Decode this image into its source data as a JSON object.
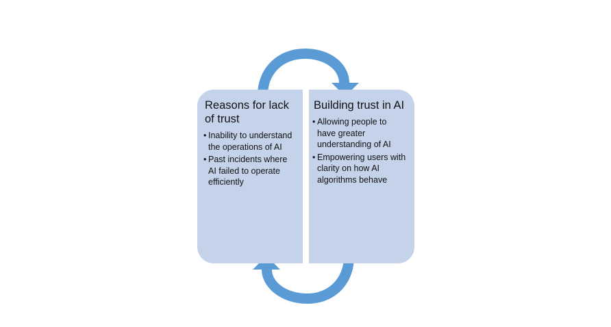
{
  "diagram": {
    "accent_color": "#5b9bd5",
    "panel_color": "#c4d3ea",
    "left_panel": {
      "title": "Reasons for lack of trust",
      "bullets": [
        "Inability to understand the operations of AI",
        "Past incidents where AI failed to operate efficiently"
      ]
    },
    "right_panel": {
      "title": "Building trust in AI",
      "bullets": [
        "Allowing people to have greater understanding of AI",
        "Empowering users with clarity on how AI algorithms behave"
      ]
    },
    "arrows": {
      "top": "curved-arrow-left-to-right",
      "bottom": "curved-arrow-right-to-left"
    }
  }
}
